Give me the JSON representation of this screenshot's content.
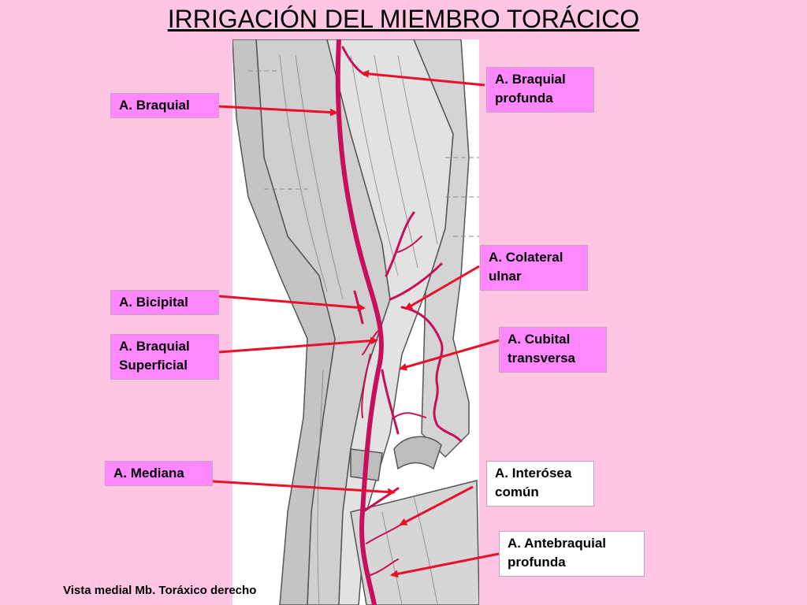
{
  "title": "IRRIGACIÓN DEL MIEMBRO TORÁCICO",
  "caption": "Vista medial Mb. Toráxico derecho",
  "labels": {
    "braquial": "A. Braquial",
    "braquial_profunda": "A. Braquial profunda",
    "colateral_ulnar": "A. Colateral ulnar",
    "bicipital": "A. Bicipital",
    "braquial_superficial": "A. Braquial Superficial",
    "cubital_transversa": "A. Cubital transversa",
    "mediana": "A. Mediana",
    "interosea_comun": "A. Interósea común",
    "antebraquial_profunda": "A. Antebraquial profunda"
  },
  "colors": {
    "background": "#ffc6e3",
    "label_pink": "#ff88ff",
    "label_white": "#ffffff",
    "arrow": "#e8102a",
    "artery": "#c8105a"
  }
}
